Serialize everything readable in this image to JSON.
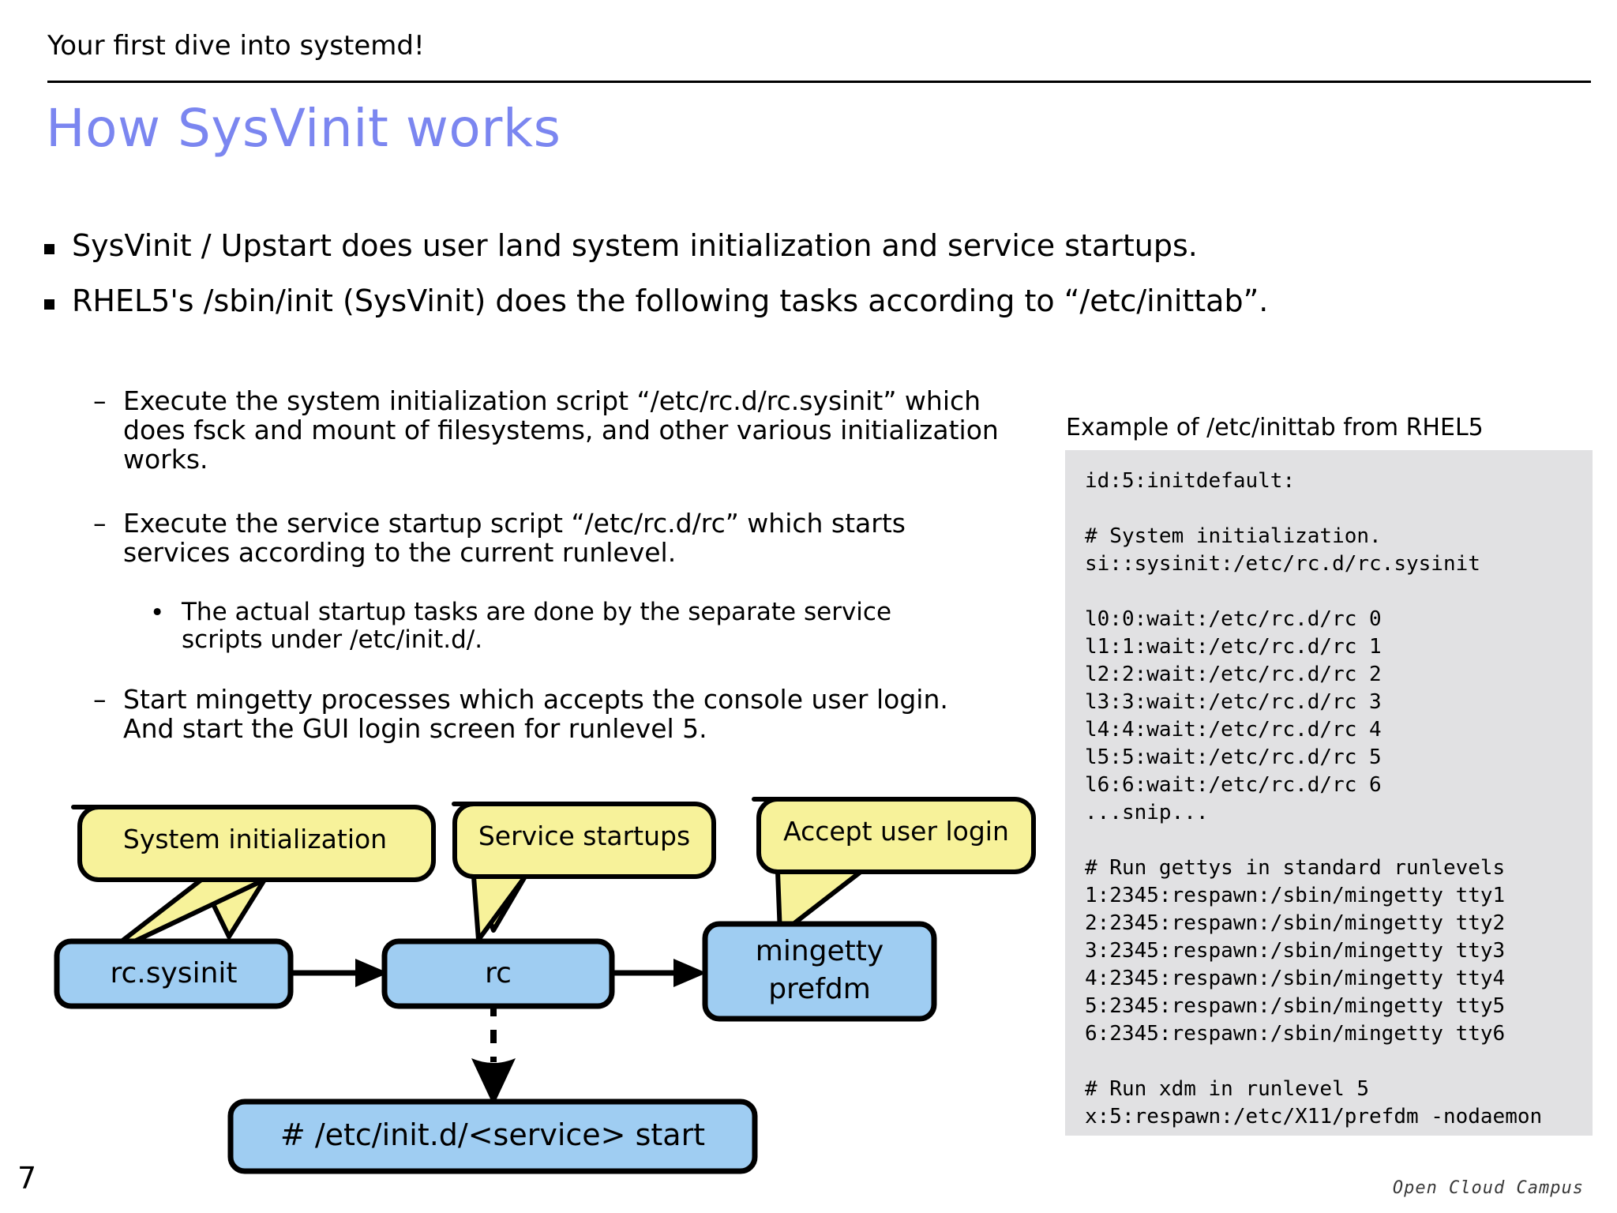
{
  "header": {
    "eyebrow": "Your first dive into systemd!",
    "title": "How SysVinit works"
  },
  "bullets": [
    {
      "marker": "square",
      "text": "SysVinit / Upstart does user land system initialization and service startups."
    },
    {
      "marker": "square",
      "text": "RHEL5's /sbin/init (SysVinit) does the following tasks according to “/etc/inittab”."
    }
  ],
  "sub_bullets": [
    {
      "marker": "dash",
      "text": "Execute the system initialization script “/etc/rc.d/rc.sysinit” which does fsck and mount of filesystems, and other various initialization works."
    },
    {
      "marker": "dash",
      "text": "Execute the service startup script “/etc/rc.d/rc” which starts services according to the current runlevel."
    },
    {
      "marker": "dot",
      "text": "The actual startup tasks are done by the separate service scripts under /etc/init.d/."
    },
    {
      "marker": "dash",
      "text": "Start mingetty processes which accepts the console user login. And start the GUI login screen for runlevel 5."
    }
  ],
  "code_panel": {
    "caption": "Example of /etc/inittab from RHEL5",
    "background": "#e1e1e3",
    "lines": [
      "id:5:initdefault:",
      "",
      "# System initialization.",
      "si::sysinit:/etc/rc.d/rc.sysinit",
      "",
      "l0:0:wait:/etc/rc.d/rc 0",
      "l1:1:wait:/etc/rc.d/rc 1",
      "l2:2:wait:/etc/rc.d/rc 2",
      "l3:3:wait:/etc/rc.d/rc 3",
      "l4:4:wait:/etc/rc.d/rc 4",
      "l5:5:wait:/etc/rc.d/rc 5",
      "l6:6:wait:/etc/rc.d/rc 6",
      "...snip...",
      "",
      "# Run gettys in standard runlevels",
      "1:2345:respawn:/sbin/mingetty tty1",
      "2:2345:respawn:/sbin/mingetty tty2",
      "3:2345:respawn:/sbin/mingetty tty3",
      "4:2345:respawn:/sbin/mingetty tty4",
      "5:2345:respawn:/sbin/mingetty tty5",
      "6:2345:respawn:/sbin/mingetty tty6",
      "",
      "# Run xdm in runlevel 5",
      "x:5:respawn:/etc/X11/prefdm -nodaemon"
    ]
  },
  "diagram": {
    "colors": {
      "node_fill": "#9fcdf2",
      "callout_fill": "#f7f29a",
      "stroke": "#000000"
    },
    "callouts": [
      {
        "label": "System initialization"
      },
      {
        "label": "Service startups"
      },
      {
        "label": "Accept user login"
      }
    ],
    "nodes": [
      {
        "label": "rc.sysinit"
      },
      {
        "label": "rc"
      },
      {
        "label_line1": "mingetty",
        "label_line2": "prefdm"
      },
      {
        "label": "# /etc/init.d/<service> start"
      }
    ]
  },
  "footer": {
    "page_number": "7",
    "brand": "Open Cloud Campus"
  }
}
